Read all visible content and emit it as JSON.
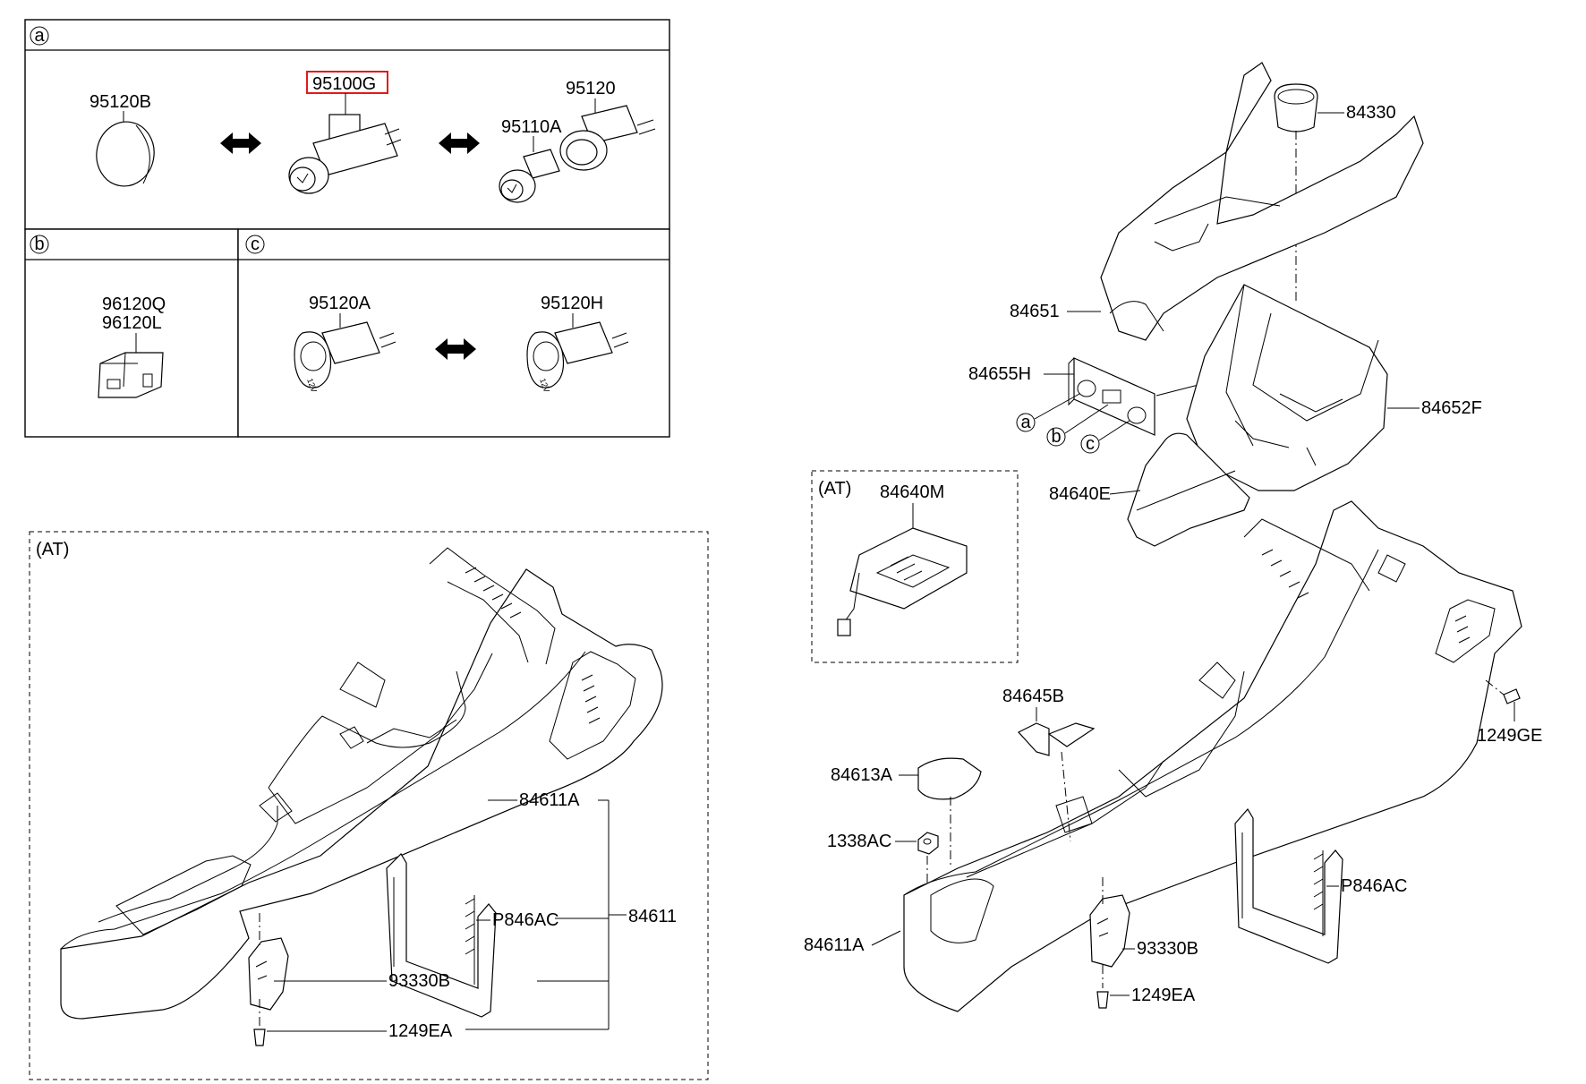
{
  "sections": {
    "a": {
      "letter": "a"
    },
    "b": {
      "letter": "b"
    },
    "c": {
      "letter": "c"
    }
  },
  "boxes": {
    "left_at": {
      "label": "(AT)"
    },
    "mid_at": {
      "label": "(AT)"
    }
  },
  "parts": {
    "p95120B": "95120B",
    "p95100G": "95100G",
    "p95120": "95120",
    "p95110A": "95110A",
    "p96120Q": "96120Q",
    "p96120L": "96120L",
    "p95120A": "95120A",
    "p95120H": "95120H",
    "p84330": "84330",
    "p84651": "84651",
    "p84655H": "84655H",
    "p84652F": "84652F",
    "p84640E": "84640E",
    "p84640M": "84640M",
    "p84645B": "84645B",
    "p84613A": "84613A",
    "p1338AC": "1338AC",
    "p84611A_r": "84611A",
    "p93330B_r": "93330B",
    "p1249EA_r": "1249EA",
    "pP846AC_r": "P846AC",
    "p1249GE": "1249GE",
    "p84611A_l": "84611A",
    "p84611": "84611",
    "pP846AC_l": "P846AC",
    "p93330B_l": "93330B",
    "p1249EA_l": "1249EA"
  },
  "callouts": {
    "a": "a",
    "b": "b",
    "c": "c"
  },
  "icons": [
    "double-arrow-icon",
    "12v-socket-icon",
    "cigar-lighter-icon"
  ],
  "highlight_color": "#e01b1b"
}
